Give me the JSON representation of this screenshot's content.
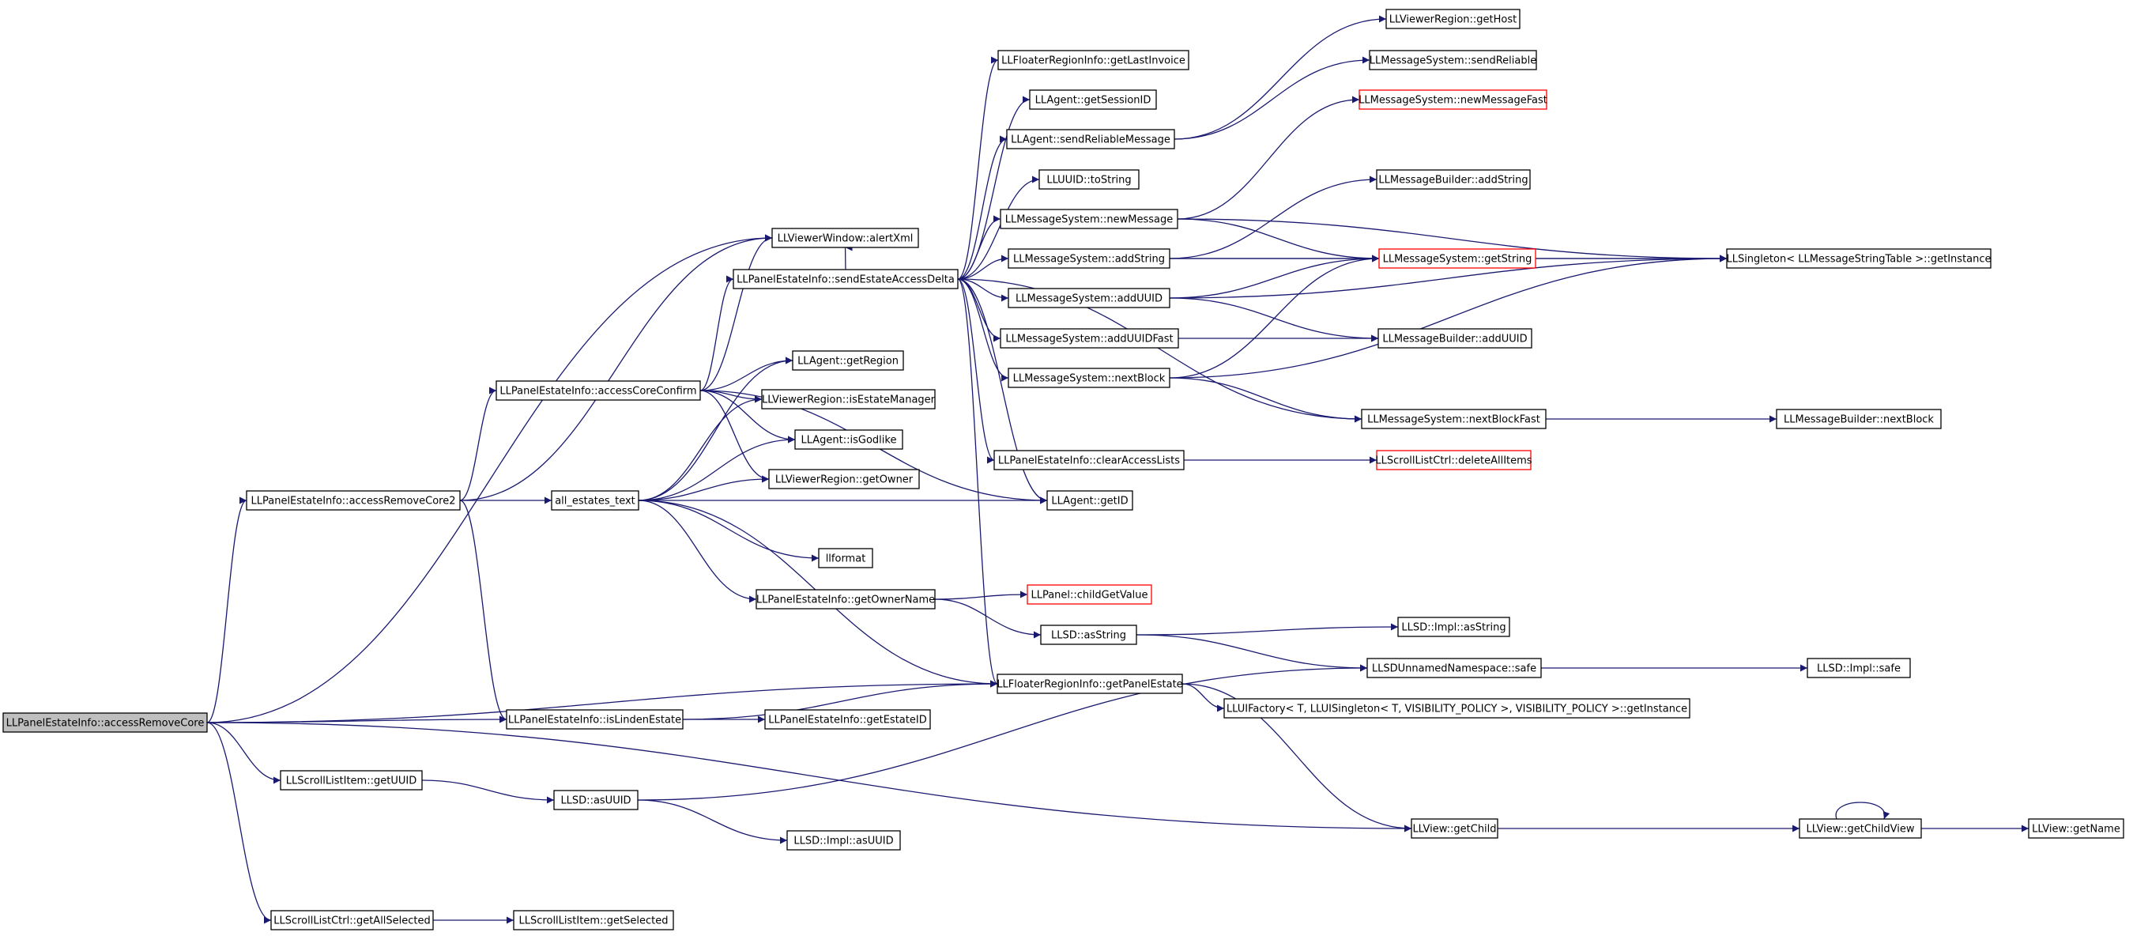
{
  "colors": {
    "edge": "#191970",
    "node_border": "#000000",
    "node_border_truncated": "#ff0000",
    "root_fill": "#bfbfbf",
    "background": "#ffffff"
  },
  "nodes": [
    {
      "id": "root",
      "label": "LLPanelEstateInfo::accessRemoveCore",
      "style": "grey"
    },
    {
      "id": "arc2",
      "label": "LLPanelEstateInfo::accessRemoveCore2"
    },
    {
      "id": "acc",
      "label": "LLPanelEstateInfo::accessCoreConfirm"
    },
    {
      "id": "aet",
      "label": "all_estates_text"
    },
    {
      "id": "alert",
      "label": "LLViewerWindow::alertXml"
    },
    {
      "id": "send",
      "label": "LLPanelEstateInfo::sendEstateAccessDelta"
    },
    {
      "id": "getRegion",
      "label": "LLAgent::getRegion"
    },
    {
      "id": "isEM",
      "label": "LLViewerRegion::isEstateManager"
    },
    {
      "id": "isGod",
      "label": "LLAgent::isGodlike"
    },
    {
      "id": "getOwner",
      "label": "LLViewerRegion::getOwner"
    },
    {
      "id": "lformat",
      "label": "llformat"
    },
    {
      "id": "gon",
      "label": "LLPanelEstateInfo::getOwnerName"
    },
    {
      "id": "isLinden",
      "label": "LLPanelEstateInfo::isLindenEstate"
    },
    {
      "id": "gEstateID",
      "label": "LLPanelEstateInfo::getEstateID"
    },
    {
      "id": "sliUUID",
      "label": "LLScrollListItem::getUUID"
    },
    {
      "id": "asUUID",
      "label": "LLSD::asUUID"
    },
    {
      "id": "implAsUUID",
      "label": "LLSD::Impl::asUUID"
    },
    {
      "id": "getAllSel",
      "label": "LLScrollListCtrl::getAllSelected"
    },
    {
      "id": "getSel",
      "label": "LLScrollListItem::getSelected"
    },
    {
      "id": "lastInv",
      "label": "LLFloaterRegionInfo::getLastInvoice"
    },
    {
      "id": "sessID",
      "label": "LLAgent::getSessionID"
    },
    {
      "id": "srm",
      "label": "LLAgent::sendReliableMessage"
    },
    {
      "id": "toStr",
      "label": "LLUUID::toString"
    },
    {
      "id": "newMsg",
      "label": "LLMessageSystem::newMessage"
    },
    {
      "id": "addStr",
      "label": "LLMessageSystem::addString"
    },
    {
      "id": "addUUID",
      "label": "LLMessageSystem::addUUID"
    },
    {
      "id": "addUUIDFast",
      "label": "LLMessageSystem::addUUIDFast"
    },
    {
      "id": "nextBlock",
      "label": "LLMessageSystem::nextBlock"
    },
    {
      "id": "clearAL",
      "label": "LLPanelEstateInfo::clearAccessLists"
    },
    {
      "id": "getID",
      "label": "LLAgent::getID"
    },
    {
      "id": "childGV",
      "label": "LLPanel::childGetValue",
      "style": "red"
    },
    {
      "id": "asString",
      "label": "LLSD::asString"
    },
    {
      "id": "gpe",
      "label": "LLFloaterRegionInfo::getPanelEstate"
    },
    {
      "id": "getHost",
      "label": "LLViewerRegion::getHost"
    },
    {
      "id": "sendRel",
      "label": "LLMessageSystem::sendReliable"
    },
    {
      "id": "nmf",
      "label": "LLMessageSystem::newMessageFast",
      "style": "red"
    },
    {
      "id": "mbAddStr",
      "label": "LLMessageBuilder::addString"
    },
    {
      "id": "getString",
      "label": "LLMessageSystem::getString",
      "style": "red"
    },
    {
      "id": "singleton",
      "label": "LLSingleton< LLMessageStringTable >::getInstance"
    },
    {
      "id": "mbAddUUID",
      "label": "LLMessageBuilder::addUUID"
    },
    {
      "id": "nbf",
      "label": "LLMessageSystem::nextBlockFast"
    },
    {
      "id": "mbNB",
      "label": "LLMessageBuilder::nextBlock"
    },
    {
      "id": "delAll",
      "label": "LLScrollListCtrl::deleteAllItems",
      "style": "red"
    },
    {
      "id": "implAsString",
      "label": "LLSD::Impl::asString"
    },
    {
      "id": "safeNS",
      "label": "LLSDUnnamedNamespace::safe"
    },
    {
      "id": "implSafe",
      "label": "LLSD::Impl::safe"
    },
    {
      "id": "uifactory",
      "label": "LLUIFactory< T, LLUISingleton< T, VISIBILITY_POLICY >, VISIBILITY_POLICY >::getInstance"
    },
    {
      "id": "getChild",
      "label": "LLView::getChild"
    },
    {
      "id": "getChildView",
      "label": "LLView::getChildView"
    },
    {
      "id": "getName",
      "label": "LLView::getName"
    }
  ],
  "edges": [
    [
      "root",
      "alert"
    ],
    [
      "root",
      "arc2"
    ],
    [
      "root",
      "gpe"
    ],
    [
      "root",
      "isLinden"
    ],
    [
      "root",
      "sliUUID"
    ],
    [
      "root",
      "getChild"
    ],
    [
      "root",
      "getAllSel"
    ],
    [
      "arc2",
      "alert"
    ],
    [
      "arc2",
      "acc"
    ],
    [
      "arc2",
      "aet"
    ],
    [
      "arc2",
      "isLinden"
    ],
    [
      "acc",
      "alert"
    ],
    [
      "acc",
      "send"
    ],
    [
      "acc",
      "getRegion"
    ],
    [
      "acc",
      "isEM"
    ],
    [
      "acc",
      "isGod"
    ],
    [
      "acc",
      "getOwner"
    ],
    [
      "acc",
      "getID"
    ],
    [
      "aet",
      "getRegion"
    ],
    [
      "aet",
      "isEM"
    ],
    [
      "aet",
      "isGod"
    ],
    [
      "aet",
      "getOwner"
    ],
    [
      "aet",
      "getID"
    ],
    [
      "aet",
      "lformat"
    ],
    [
      "aet",
      "gon"
    ],
    [
      "aet",
      "gpe"
    ],
    [
      "send",
      "alert"
    ],
    [
      "send",
      "lastInv"
    ],
    [
      "send",
      "sessID"
    ],
    [
      "send",
      "srm"
    ],
    [
      "send",
      "toStr"
    ],
    [
      "send",
      "newMsg"
    ],
    [
      "send",
      "addStr"
    ],
    [
      "send",
      "addUUID"
    ],
    [
      "send",
      "addUUIDFast"
    ],
    [
      "send",
      "nextBlock"
    ],
    [
      "send",
      "nbf"
    ],
    [
      "send",
      "clearAL"
    ],
    [
      "send",
      "getID"
    ],
    [
      "send",
      "gpe"
    ],
    [
      "gon",
      "childGV"
    ],
    [
      "gon",
      "asString"
    ],
    [
      "isLinden",
      "gEstateID"
    ],
    [
      "isLinden",
      "gpe"
    ],
    [
      "sliUUID",
      "asUUID"
    ],
    [
      "asUUID",
      "implAsUUID"
    ],
    [
      "asUUID",
      "safeNS"
    ],
    [
      "getAllSel",
      "getSel"
    ],
    [
      "srm",
      "getHost"
    ],
    [
      "srm",
      "sendRel"
    ],
    [
      "newMsg",
      "nmf"
    ],
    [
      "newMsg",
      "getString"
    ],
    [
      "newMsg",
      "singleton"
    ],
    [
      "addStr",
      "mbAddStr"
    ],
    [
      "addStr",
      "getString"
    ],
    [
      "addStr",
      "singleton"
    ],
    [
      "addUUID",
      "getString"
    ],
    [
      "addUUID",
      "mbAddUUID"
    ],
    [
      "addUUID",
      "singleton"
    ],
    [
      "addUUIDFast",
      "mbAddUUID"
    ],
    [
      "nextBlock",
      "getString"
    ],
    [
      "nextBlock",
      "nbf"
    ],
    [
      "nextBlock",
      "singleton"
    ],
    [
      "getString",
      "singleton"
    ],
    [
      "nbf",
      "mbNB"
    ],
    [
      "clearAL",
      "delAll"
    ],
    [
      "asString",
      "implAsString"
    ],
    [
      "asString",
      "safeNS"
    ],
    [
      "safeNS",
      "implSafe"
    ],
    [
      "gpe",
      "uifactory"
    ],
    [
      "gpe",
      "getChild"
    ],
    [
      "getChild",
      "getChildView"
    ],
    [
      "getChildView",
      "getChildView"
    ],
    [
      "getChildView",
      "getName"
    ]
  ]
}
